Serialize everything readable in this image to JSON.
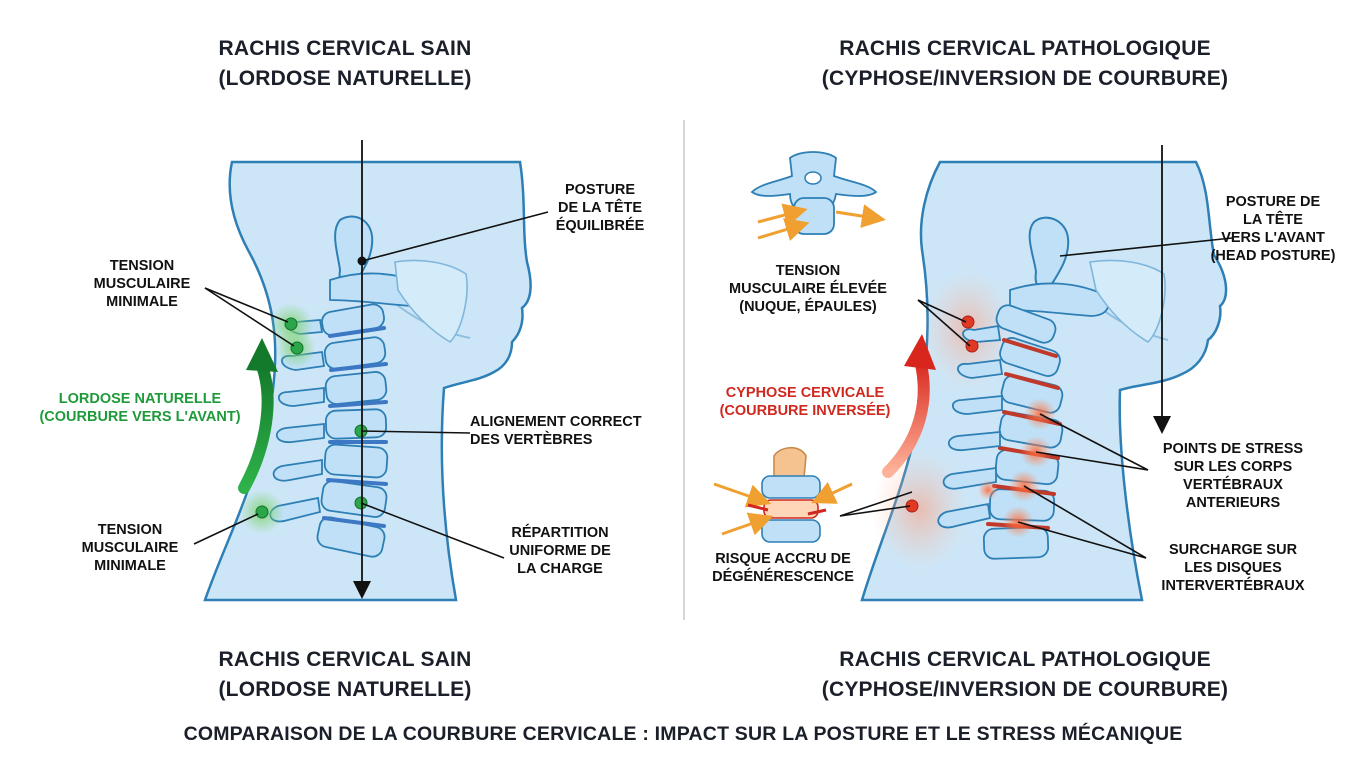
{
  "left": {
    "title_top": [
      "RACHIS CERVICAL SAIN",
      "(LORDOSE NATURELLE)"
    ],
    "title_bottom": [
      "RACHIS CERVICAL SAIN",
      "(LORDOSE NATURELLE)"
    ],
    "labels": {
      "posture": [
        "POSTURE",
        "DE LA TÊTE",
        "ÉQUILIBRÉE"
      ],
      "tension_top": [
        "TENSION",
        "MUSCULAIRE",
        "MINIMALE"
      ],
      "lordose": [
        "LORDOSE NATURELLE",
        "(COURBURE VERS L'AVANT)"
      ],
      "alignement": [
        "ALIGNEMENT CORRECT",
        "DES VERTÈBRES"
      ],
      "tension_bottom": [
        "TENSION",
        "MUSCULAIRE",
        "MINIMALE"
      ],
      "repartition": [
        "RÉPARTITION",
        "UNIFORME DE",
        "LA CHARGE"
      ]
    }
  },
  "right": {
    "title_top": [
      "RACHIS CERVICAL PATHOLOGIQUE",
      "(CYPHOSE/INVERSION DE COURBURE)"
    ],
    "title_bottom": [
      "RACHIS CERVICAL PATHOLOGIQUE",
      "(CYPHOSE/INVERSION DE COURBURE)"
    ],
    "labels": {
      "posture": [
        "POSTURE DE",
        "LA TÊTE",
        "VERS L'AVANT",
        "(HEAD POSTURE)"
      ],
      "tension": [
        "TENSION",
        "MUSCULAIRE ÉLEVÉE",
        "(NUQUE, ÉPAULES)"
      ],
      "cyphose": [
        "CYPHOSE CERVICALE",
        "(COURBURE INVERSÉE)"
      ],
      "points_stress": [
        "POINTS DE STRESS",
        "SUR LES CORPS",
        "VERTÉBRAUX",
        "ANTERIEURS"
      ],
      "risque": [
        "RISQUE ACCRU DE",
        "DÉGÉNÉRESCENCE"
      ],
      "surcharge": [
        "SURCHARGE SUR",
        "LES DISQUES",
        "INTERVERTÉBRAUX"
      ]
    }
  },
  "footer": "COMPARAISON DE LA COURBURE CERVICALE : IMPACT SUR LA POSTURE ET LE STRESS MÉCANIQUE",
  "colors": {
    "skin": "#cde6f7",
    "outline": "#2d7fb5",
    "bone": "#bfe0f6",
    "disc": "#3c78c4",
    "green": "#1f9a3a",
    "red": "#d0271e",
    "orange": "#f0a030"
  }
}
